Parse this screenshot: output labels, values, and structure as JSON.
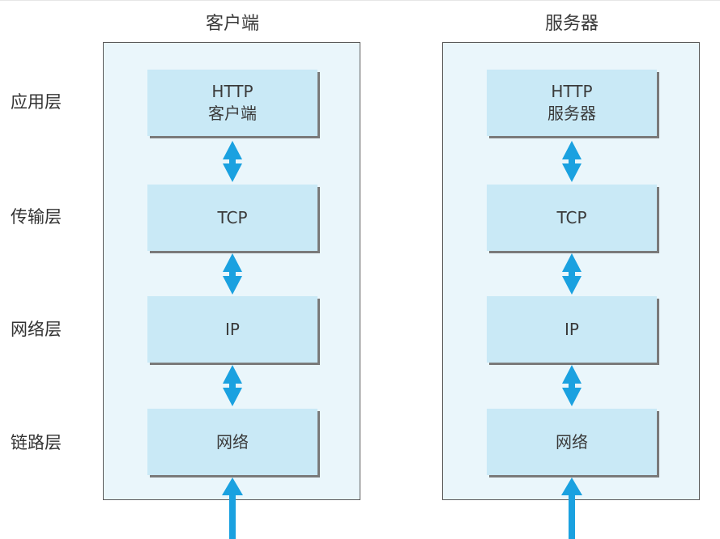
{
  "columns": {
    "client": {
      "title": "客户端"
    },
    "server": {
      "title": "服务器"
    }
  },
  "layers": [
    {
      "name": "应用层"
    },
    {
      "name": "传输层"
    },
    {
      "name": "网络层"
    },
    {
      "name": "链路层"
    }
  ],
  "client_boxes": [
    {
      "line1": "HTTP",
      "line2": "客户端"
    },
    {
      "line1": "TCP"
    },
    {
      "line1": "IP"
    },
    {
      "line1": "网络"
    }
  ],
  "server_boxes": [
    {
      "line1": "HTTP",
      "line2": "服务器"
    },
    {
      "line1": "TCP"
    },
    {
      "line1": "IP"
    },
    {
      "line1": "网络"
    }
  ],
  "colors": {
    "panel_fill": "#eaf6fb",
    "box_fill": "#c9e9f6",
    "arrow": "#1aa1e0",
    "shadow": "#7a7a7a"
  }
}
